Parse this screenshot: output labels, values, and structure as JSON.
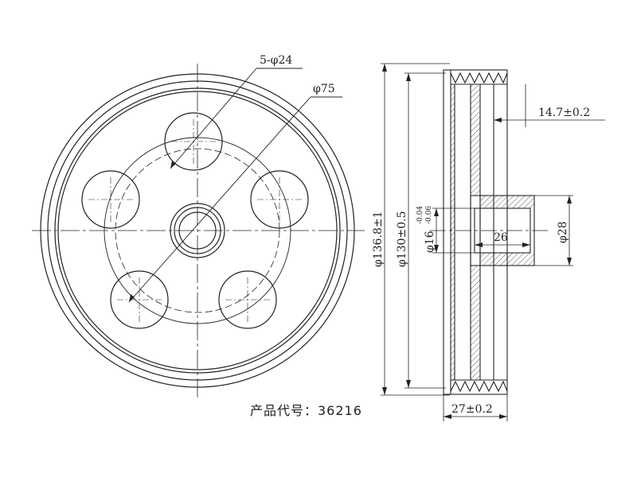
{
  "front_view": {
    "hole_callout": "5-φ24",
    "pcd_callout": "φ75"
  },
  "side_view": {
    "outer_dia": "φ136.8±1",
    "groove_dia": "φ130±0.5",
    "bore_dia": "φ16",
    "bore_tol_upper": "-0.04",
    "bore_tol_lower": "-0.06",
    "hub_length": "26",
    "hub_dia": "φ28",
    "offset": "14.7±0.2",
    "width": "27±0.2"
  },
  "product_code": "产品代号：36216"
}
